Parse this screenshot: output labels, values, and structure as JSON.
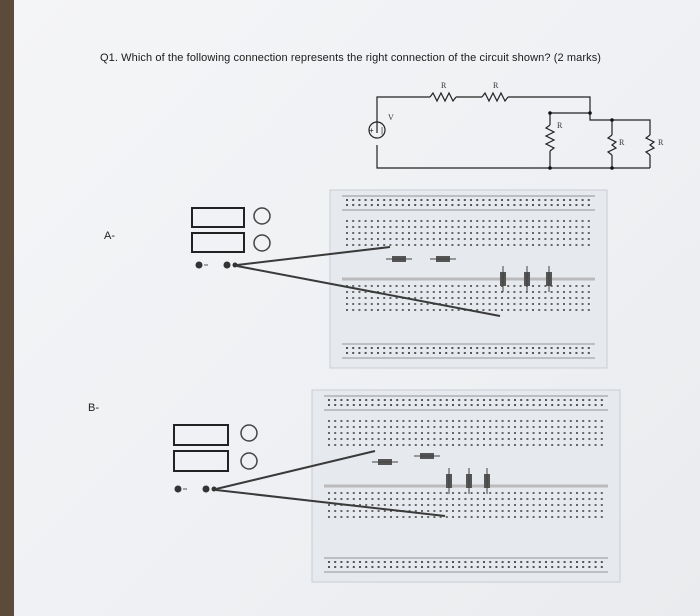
{
  "question": {
    "text": "Q1. Which of the following connection represents the right connection of the circuit shown? (2 marks)"
  },
  "circuit": {
    "source_label": "V",
    "resistor_labels": [
      "R",
      "R",
      "R",
      "R",
      "R"
    ]
  },
  "options": [
    {
      "label": "A-"
    },
    {
      "label": "B-"
    }
  ]
}
